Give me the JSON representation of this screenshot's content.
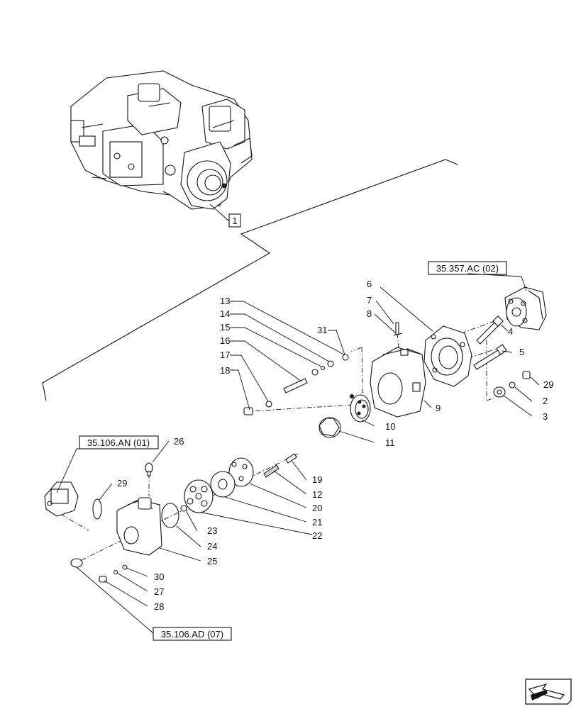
{
  "assembly": {
    "callout_label": "1"
  },
  "references": [
    {
      "id": "ref-35357",
      "label": "35.357.AC (02)"
    },
    {
      "id": "ref-35106an",
      "label": "35.106.AN (01)"
    },
    {
      "id": "ref-35106ad",
      "label": "35.106.AD (07)"
    }
  ],
  "callouts": [
    "2",
    "3",
    "4",
    "5",
    "6",
    "7",
    "8",
    "9",
    "10",
    "11",
    "12",
    "13",
    "14",
    "15",
    "16",
    "17",
    "18",
    "19",
    "20",
    "21",
    "22",
    "23",
    "24",
    "25",
    "26",
    "27",
    "28",
    "29",
    "29",
    "30",
    "31"
  ],
  "icons": {
    "nav": "arrow-next-icon"
  }
}
